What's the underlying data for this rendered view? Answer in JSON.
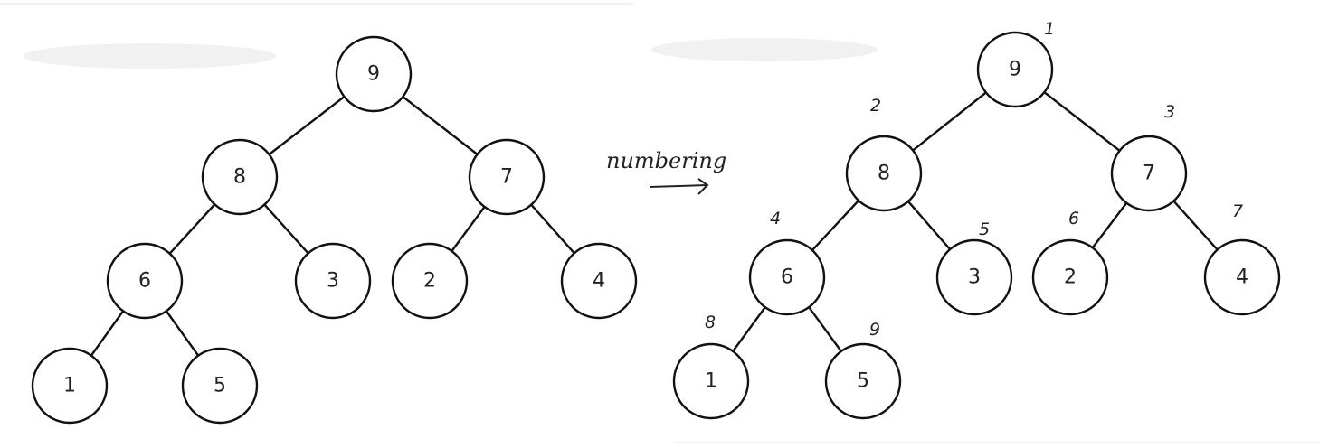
{
  "annotation": {
    "text": "numbering"
  },
  "left_tree": {
    "nodes": [
      {
        "id": "n9",
        "label": "9"
      },
      {
        "id": "n8",
        "label": "8"
      },
      {
        "id": "n7",
        "label": "7"
      },
      {
        "id": "n6",
        "label": "6"
      },
      {
        "id": "n3",
        "label": "3"
      },
      {
        "id": "n2",
        "label": "2"
      },
      {
        "id": "n4",
        "label": "4"
      },
      {
        "id": "n1",
        "label": "1"
      },
      {
        "id": "n5",
        "label": "5"
      }
    ],
    "edges": [
      [
        "n9",
        "n8"
      ],
      [
        "n9",
        "n7"
      ],
      [
        "n8",
        "n6"
      ],
      [
        "n8",
        "n3"
      ],
      [
        "n7",
        "n2"
      ],
      [
        "n7",
        "n4"
      ],
      [
        "n6",
        "n1"
      ],
      [
        "n6",
        "n5"
      ]
    ]
  },
  "right_tree": {
    "nodes": [
      {
        "id": "n9",
        "label": "9",
        "number": "1"
      },
      {
        "id": "n8",
        "label": "8",
        "number": "2"
      },
      {
        "id": "n7",
        "label": "7",
        "number": "3"
      },
      {
        "id": "n6",
        "label": "6",
        "number": "4"
      },
      {
        "id": "n3",
        "label": "3",
        "number": "5"
      },
      {
        "id": "n2",
        "label": "2",
        "number": "6"
      },
      {
        "id": "n4",
        "label": "4",
        "number": "7"
      },
      {
        "id": "n1",
        "label": "1",
        "number": "8"
      },
      {
        "id": "n5",
        "label": "5",
        "number": "9"
      }
    ],
    "edges": [
      [
        "n9",
        "n8"
      ],
      [
        "n9",
        "n7"
      ],
      [
        "n8",
        "n6"
      ],
      [
        "n8",
        "n3"
      ],
      [
        "n7",
        "n2"
      ],
      [
        "n7",
        "n4"
      ],
      [
        "n6",
        "n1"
      ],
      [
        "n6",
        "n5"
      ]
    ]
  }
}
